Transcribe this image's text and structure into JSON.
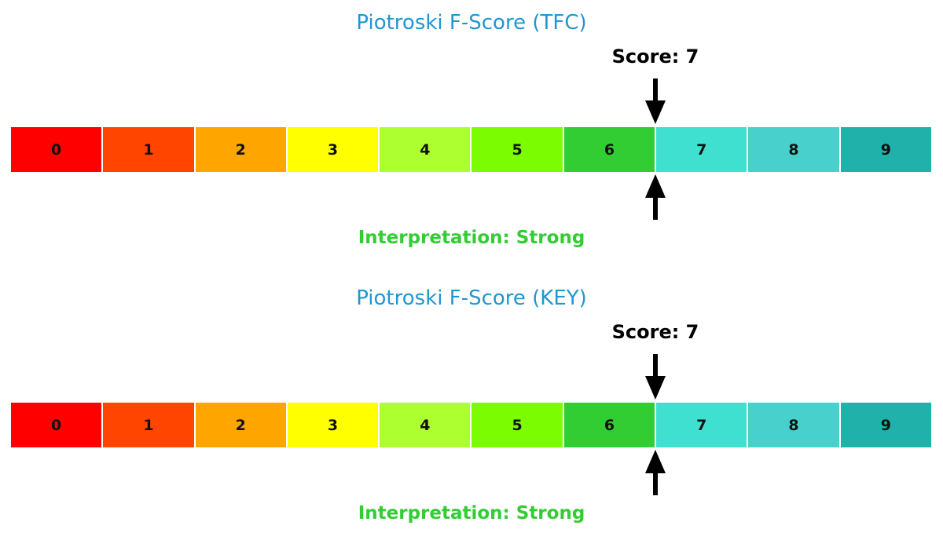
{
  "palette": {
    "background": "#ffffff",
    "title_color": "#2097d0",
    "score_text_color": "#000000",
    "arrow_color": "#000000",
    "cell_label_color": "#111111",
    "interpretation_color": "#32CD32",
    "cell_gap_color": "#ffffff"
  },
  "chart_data": [
    {
      "type": "bar",
      "subtype": "score-gauge",
      "title": "Piotroski F-Score (TFC)",
      "score_label": "Score: 7",
      "score": 7,
      "pointer_position": 7,
      "categories": [
        "0",
        "1",
        "2",
        "3",
        "4",
        "5",
        "6",
        "7",
        "8",
        "9"
      ],
      "cell_colors": [
        "#FF0000",
        "#FF4500",
        "#FFA500",
        "#FFFF00",
        "#ADFF2F",
        "#7CFC00",
        "#32CD32",
        "#40E0D0",
        "#48D1CC",
        "#20B2AA"
      ],
      "annotation": "Interpretation: Strong",
      "interpretation": "Strong",
      "xlim": [
        0,
        10
      ],
      "legend": false,
      "grid": false
    },
    {
      "type": "bar",
      "subtype": "score-gauge",
      "title": "Piotroski F-Score (KEY)",
      "score_label": "Score: 7",
      "score": 7,
      "pointer_position": 7,
      "categories": [
        "0",
        "1",
        "2",
        "3",
        "4",
        "5",
        "6",
        "7",
        "8",
        "9"
      ],
      "cell_colors": [
        "#FF0000",
        "#FF4500",
        "#FFA500",
        "#FFFF00",
        "#ADFF2F",
        "#7CFC00",
        "#32CD32",
        "#40E0D0",
        "#48D1CC",
        "#20B2AA"
      ],
      "annotation": "Interpretation: Strong",
      "interpretation": "Strong",
      "xlim": [
        0,
        10
      ],
      "legend": false,
      "grid": false
    }
  ]
}
